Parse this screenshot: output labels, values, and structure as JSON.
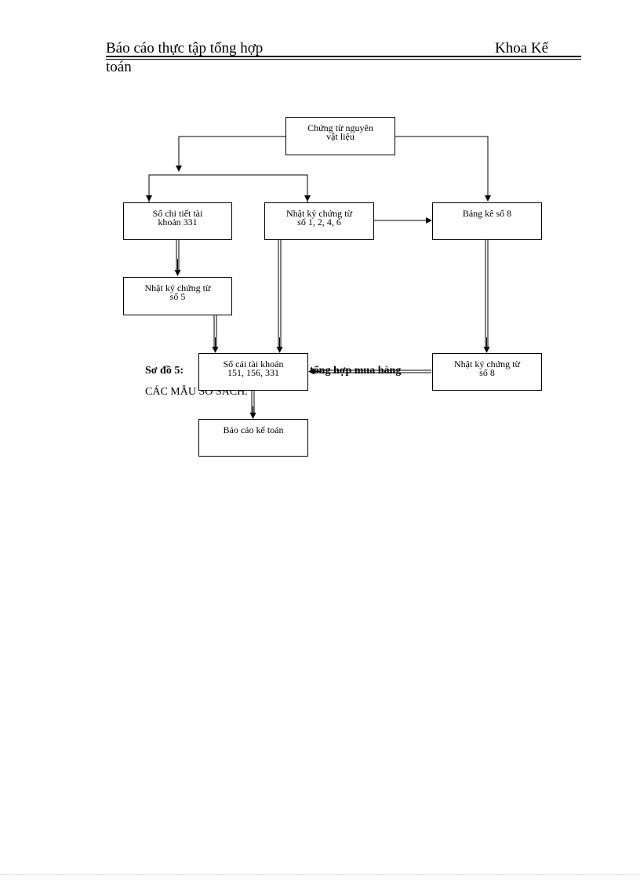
{
  "header": {
    "title_left": "Báo cáo thực tập tổng hợp",
    "title_right": "Khoa Kế",
    "title_continuation": "toán"
  },
  "diagram": {
    "boxes": {
      "source": {
        "line1": "Chứng từ nguyên",
        "line2": "vật liệu"
      },
      "ledger331": {
        "line1": "Sổ chi tiết tài",
        "line2": "khoản 331"
      },
      "journal1246": {
        "line1": "Nhật ký chứng từ",
        "line2": "số 1, 2, 4, 6"
      },
      "table8": {
        "line1": "Bảng kê số 8",
        "line2": ""
      },
      "journal5": {
        "line1": "Nhật ký chứng từ",
        "line2": "số 5"
      },
      "general": {
        "line1": "Sổ cái tài khoản",
        "line2": "151, 156, 331"
      },
      "journal8": {
        "line1": "Nhật ký chứng từ",
        "line2": "số 8"
      },
      "report": {
        "line1": "Báo cáo kế toán",
        "line2": ""
      }
    },
    "caption": {
      "prefix": "Sơ đồ 5:",
      "tail": "tổng hợp mua hàng"
    },
    "caption_2": "CÁC MẪU SỔ SÁCH."
  }
}
